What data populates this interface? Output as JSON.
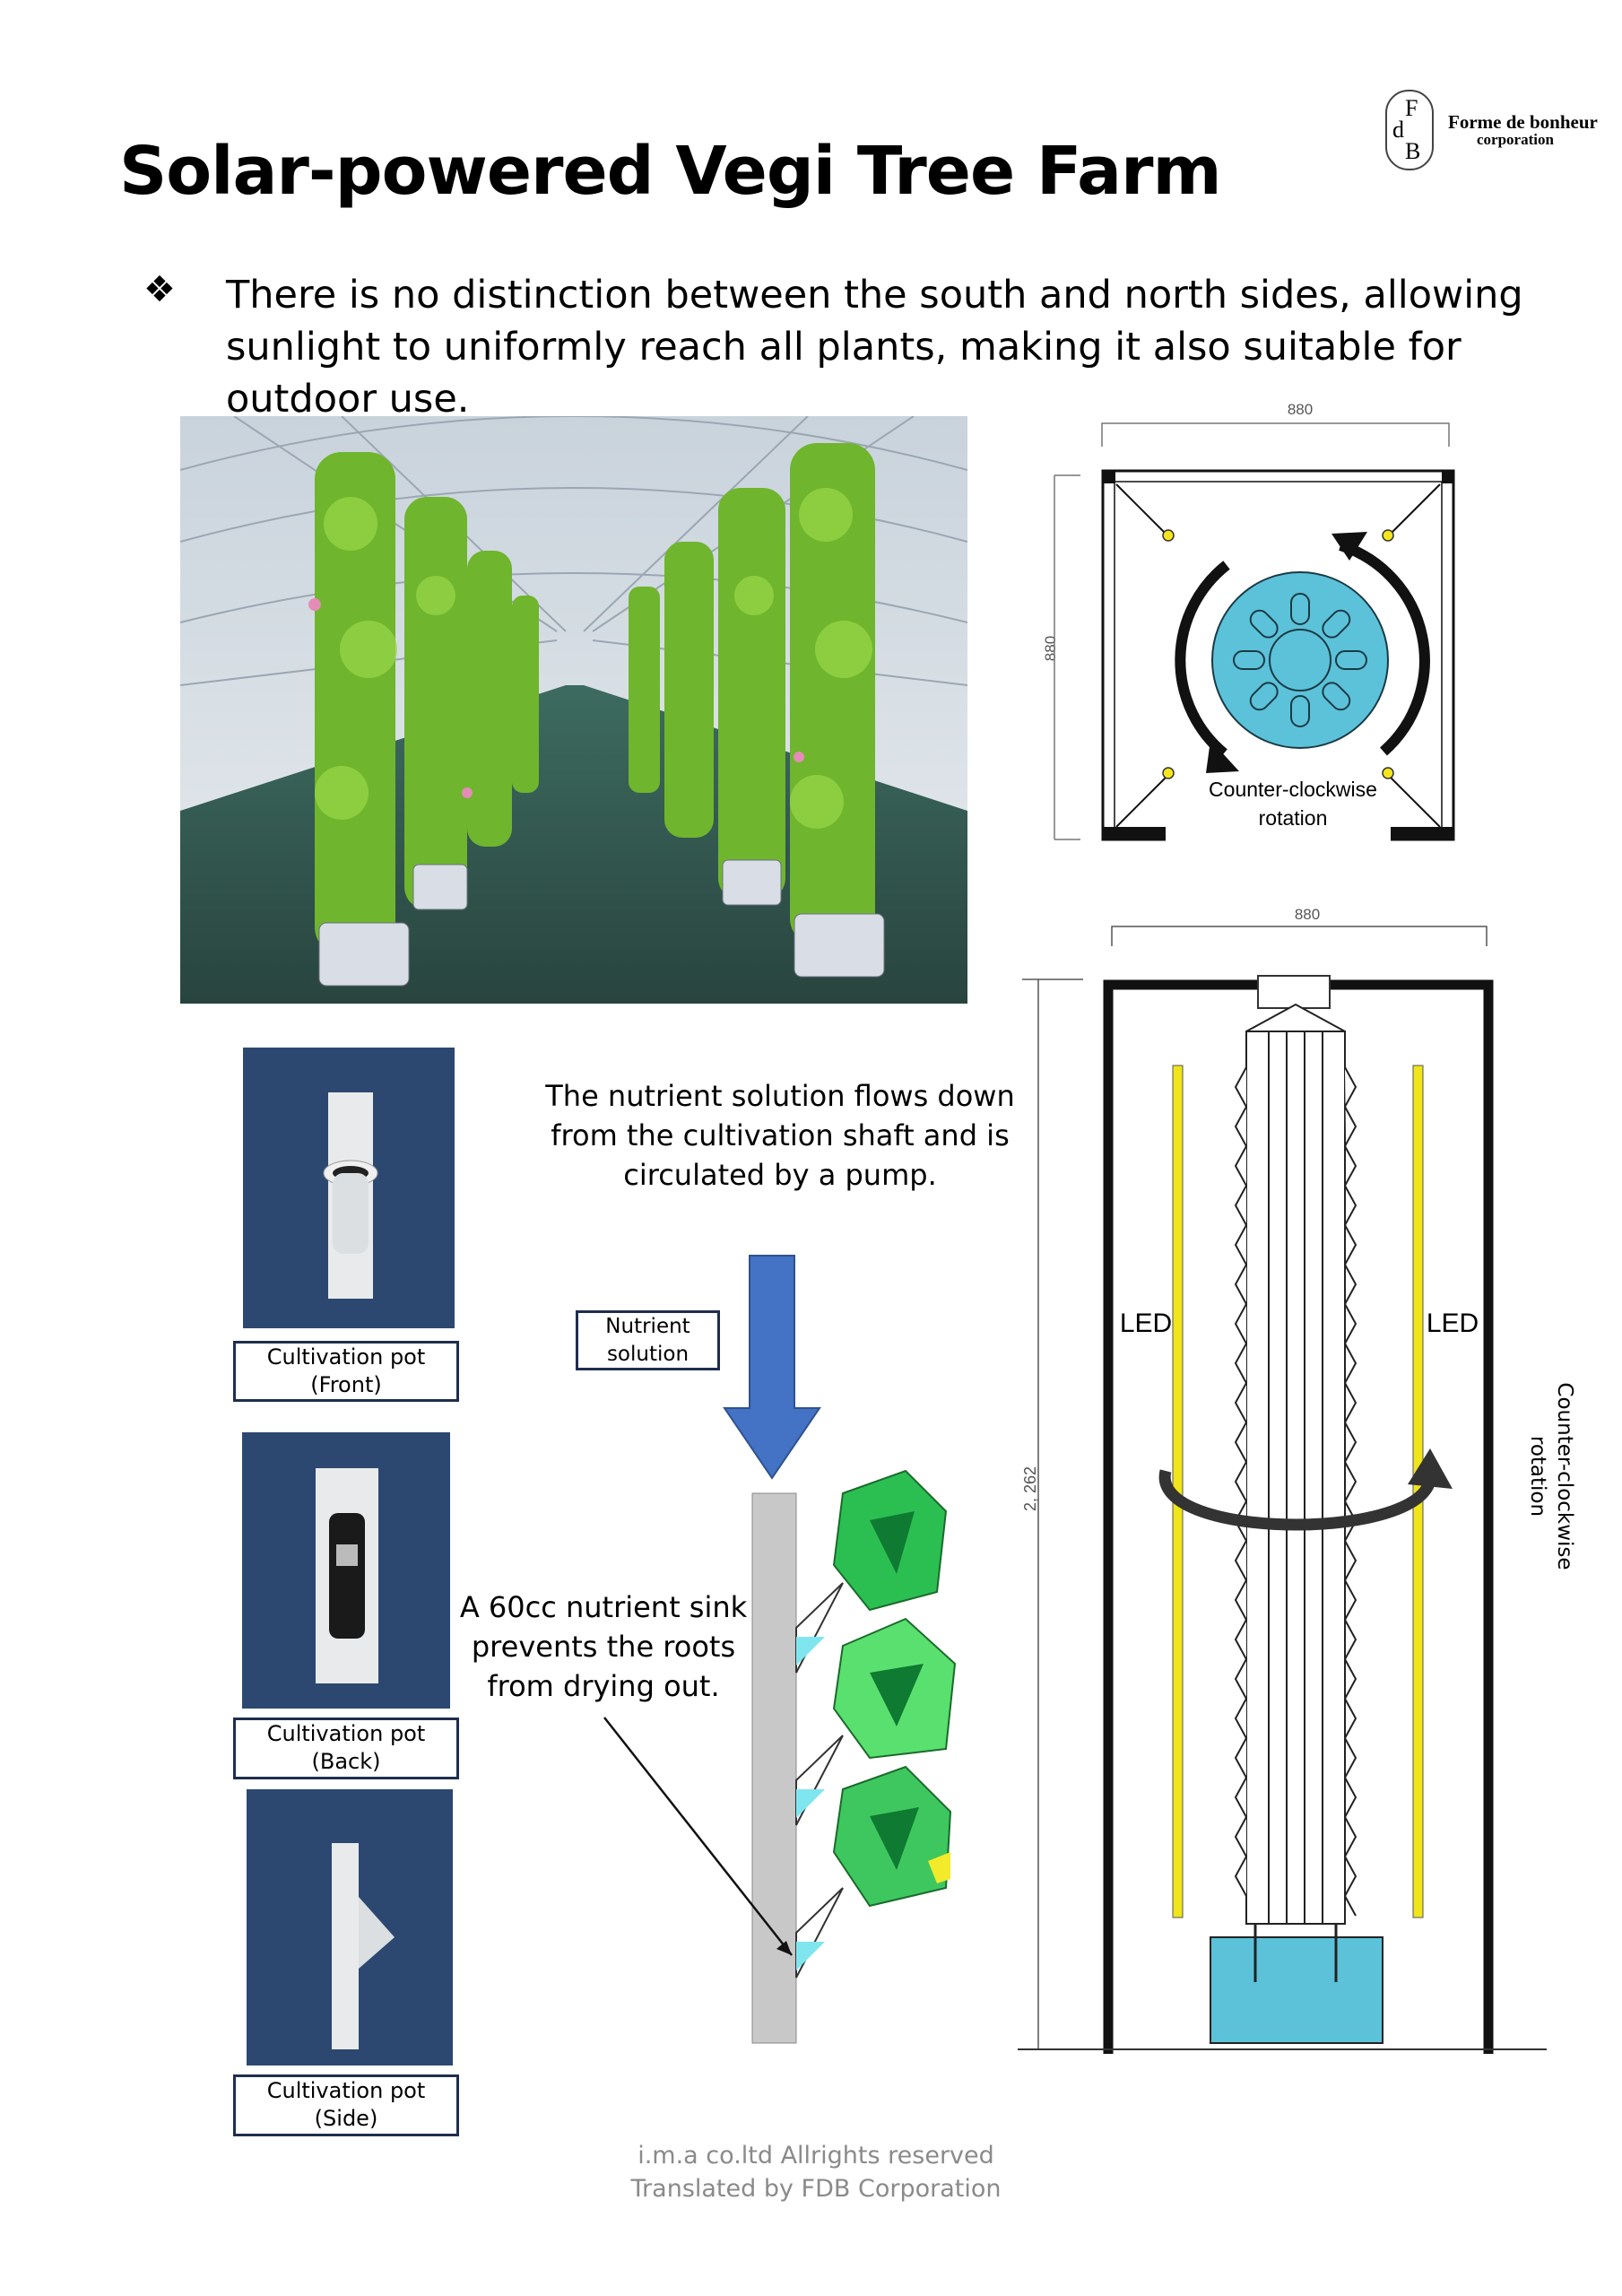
{
  "title": "Solar-powered Vegi Tree Farm",
  "logo": {
    "name": "Forme de bonheur",
    "subtitle": "corporation",
    "monogram": "FdB"
  },
  "bullet": {
    "icon": "❖",
    "text": "There is no distinction between the south and north sides, allowing sunlight to uniformly reach all plants, making it also suitable for outdoor use."
  },
  "top_diagram": {
    "width_label": "880",
    "height_label": "880",
    "rotation_label_1": "Counter-clockwise",
    "rotation_label_2": "rotation"
  },
  "tower_diagram": {
    "width_label": "880",
    "height_label": "2, 262",
    "led_left": "LED",
    "led_right": "LED",
    "rotation_label_1": "Counter-clockwise",
    "rotation_label_2": "rotation"
  },
  "pots": [
    {
      "label_1": "Cultivation pot",
      "label_2": "(Front)"
    },
    {
      "label_1": "Cultivation pot",
      "label_2": "(Back)"
    },
    {
      "label_1": "Cultivation pot",
      "label_2": "(Side)"
    }
  ],
  "nutrient_flow_text": [
    "The nutrient solution flows down",
    "from the cultivation shaft and is",
    "circulated by a pump."
  ],
  "nutrient_box": [
    "Nutrient",
    "solution"
  ],
  "sink_text": [
    "A 60cc nutrient sink",
    "prevents the roots",
    "from drying out."
  ],
  "footer": [
    "i.m.a co.ltd Allrights reserved",
    "Translated by FDB Corporation"
  ]
}
